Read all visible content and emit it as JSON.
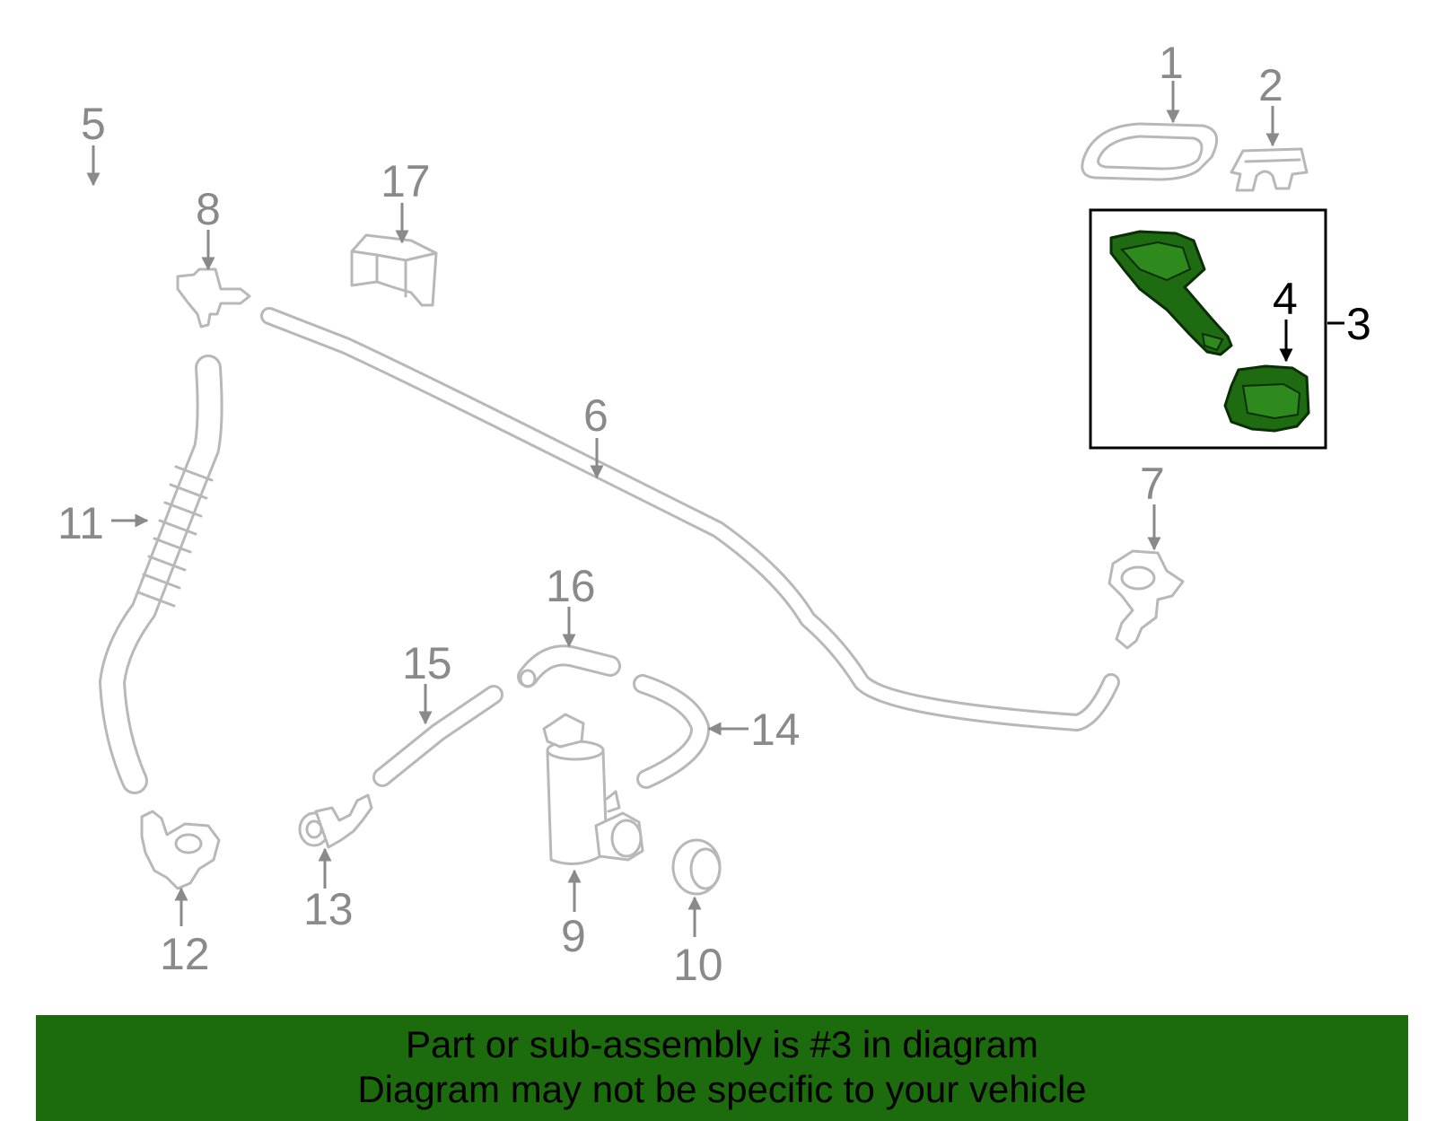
{
  "labels": {
    "p1": "1",
    "p2": "2",
    "p3": "3",
    "p4": "4",
    "p5": "5",
    "p6": "6",
    "p7": "7",
    "p8": "8",
    "p9": "9",
    "p10": "10",
    "p11": "11",
    "p12": "12",
    "p13": "13",
    "p14": "14",
    "p15": "15",
    "p16": "16",
    "p17": "17"
  },
  "highlight_part": "3",
  "colors": {
    "highlight_green": "#1f6b12",
    "banner_green": "#1c6b0c",
    "part_gray": "#b8b8b8",
    "label_gray": "#8a8a8a"
  },
  "banner": {
    "line1": "Part or sub-assembly is #3 in diagram",
    "line2": "Diagram may not be specific to your vehicle"
  }
}
